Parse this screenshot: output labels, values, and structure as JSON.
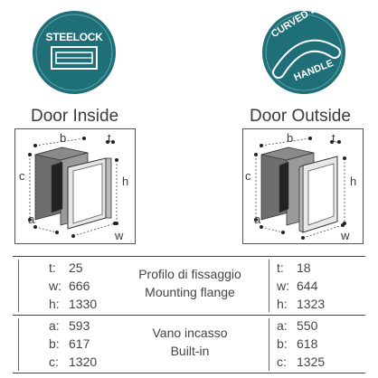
{
  "badges": {
    "left": {
      "text": "STEELOCK",
      "color": "#1f6f78"
    },
    "right": {
      "line1": "CURVED DOOR",
      "line2": "HANDLE",
      "color": "#1f6f78"
    }
  },
  "titles": {
    "left": "Door Inside",
    "right": "Door Outside"
  },
  "diagram_labels": {
    "left": {
      "b": "b",
      "t": "t",
      "c": "c",
      "h": "h",
      "a": "a",
      "w": "w"
    },
    "right": {
      "b": "b",
      "t": "t",
      "c": "c",
      "h": "h",
      "a": "a",
      "w": "w"
    }
  },
  "table": {
    "group1": {
      "label_it": "Profilo di fissaggio",
      "label_en": "Mounting flange",
      "left": [
        {
          "key": "t:",
          "value": "25"
        },
        {
          "key": "w:",
          "value": "666"
        },
        {
          "key": "h:",
          "value": "1330"
        }
      ],
      "right": [
        {
          "key": "t:",
          "value": "18"
        },
        {
          "key": "w:",
          "value": "644"
        },
        {
          "key": "h:",
          "value": "1323"
        }
      ]
    },
    "group2": {
      "label_it": "Vano incasso",
      "label_en": "Built-in",
      "left": [
        {
          "key": "a:",
          "value": "593"
        },
        {
          "key": "b:",
          "value": "617"
        },
        {
          "key": "c:",
          "value": "1320"
        }
      ],
      "right": [
        {
          "key": "a:",
          "value": "550"
        },
        {
          "key": "b:",
          "value": "618"
        },
        {
          "key": "c:",
          "value": "1325"
        }
      ]
    }
  }
}
